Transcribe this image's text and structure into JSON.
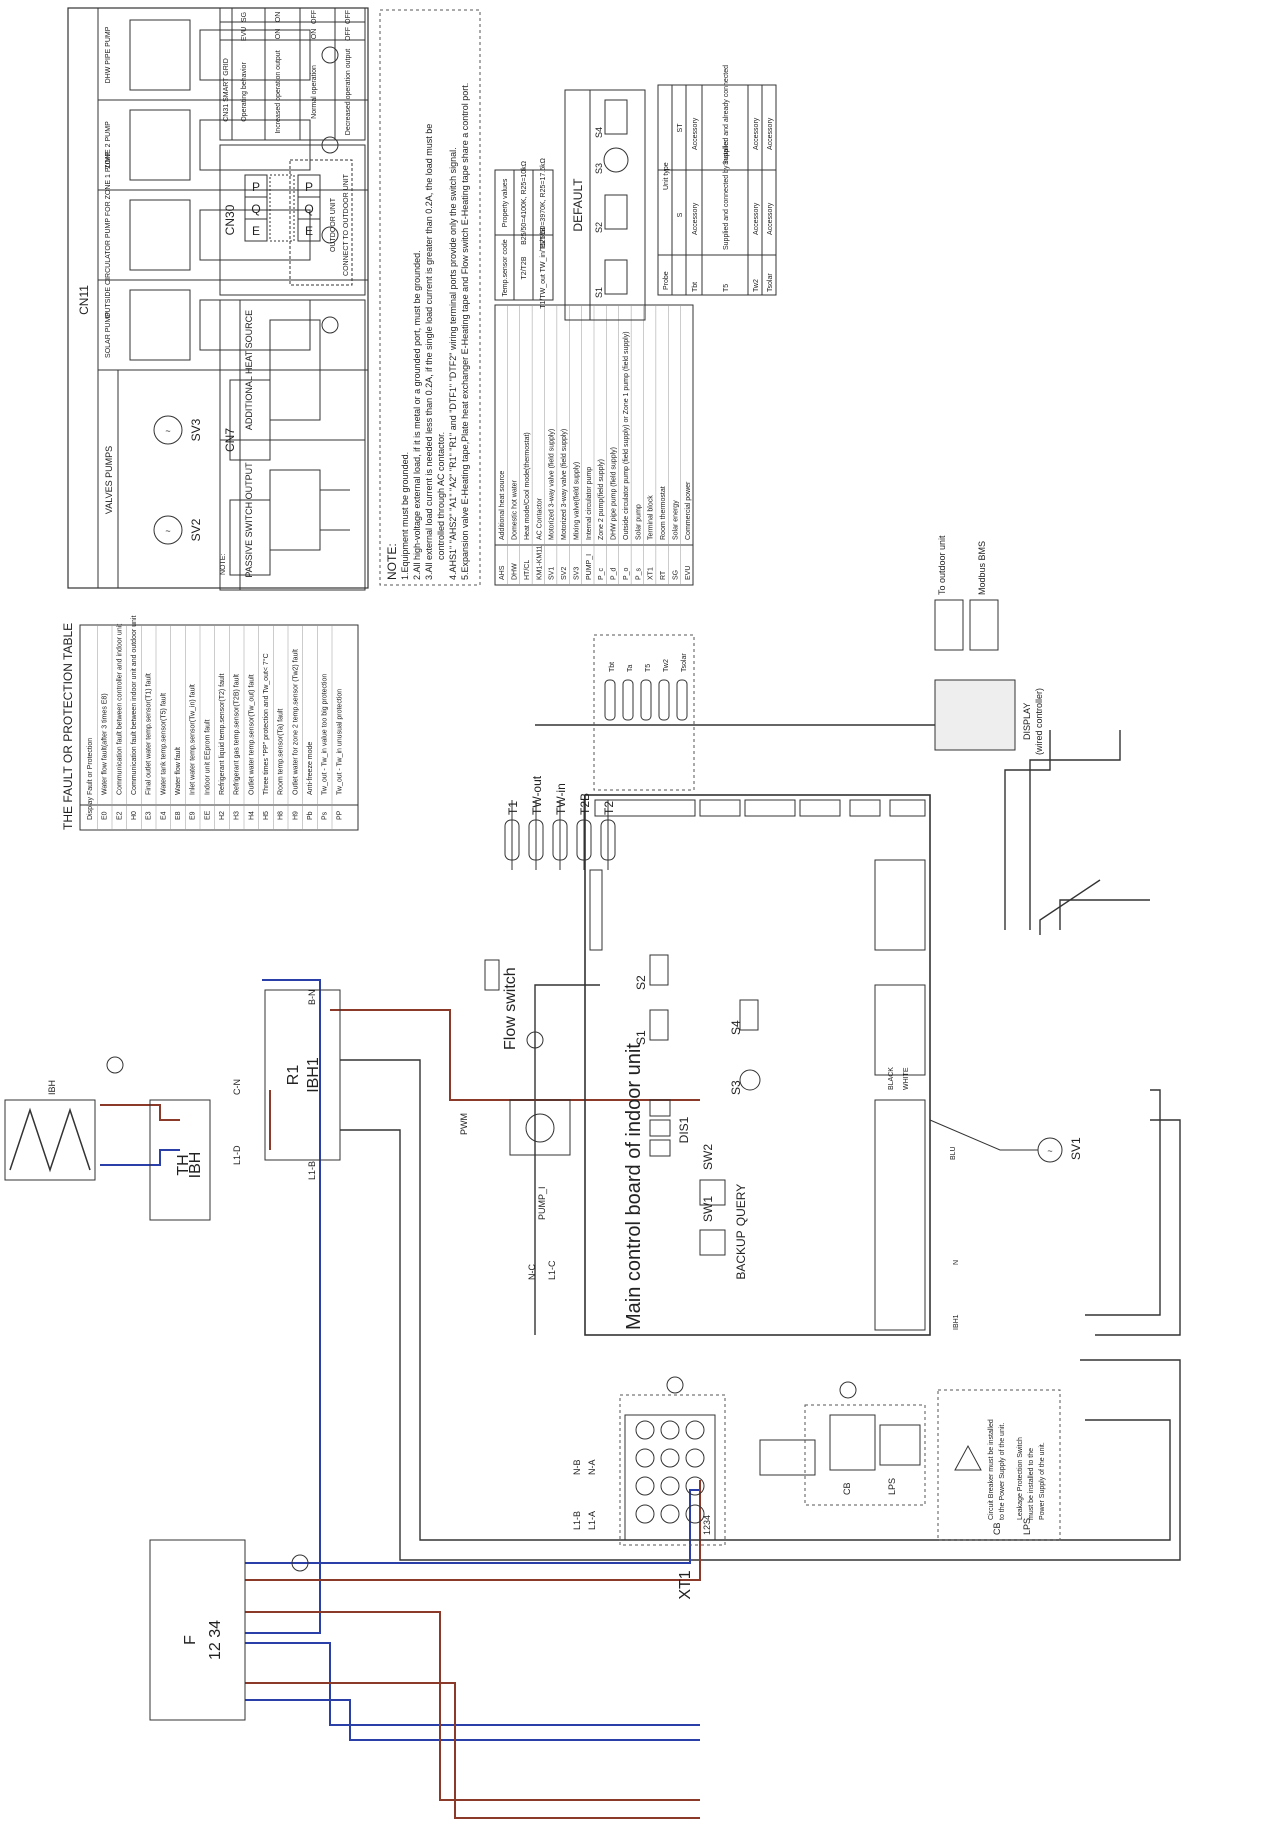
{
  "colors": {
    "live": "#8b3a2a",
    "neutral": "#2a3fa8",
    "line": "#333333",
    "dash": "#555555"
  },
  "main_board": {
    "title": "Main control board of indoor unit",
    "dis1": "DIS1",
    "sw1": "SW1",
    "sw2": "SW2",
    "backup": "BACKUP",
    "query": "QUERY",
    "s1": "S1",
    "s2": "S2",
    "s3": "S3",
    "s4": "S4"
  },
  "sensors": [
    "T1",
    "TW-out",
    "TW-in",
    "T2B",
    "T2"
  ],
  "tank_sensors": [
    "Tbt",
    "Ta",
    "T5",
    "Tw2",
    "Tsolar"
  ],
  "components": {
    "flow_switch": "Flow switch",
    "pump": "PUMP_I",
    "pwm": "PWM",
    "r1": "R1",
    "ibh1": "IBH1",
    "th": "TH",
    "th_ibh": "IBH",
    "ibh_heater": "IBH",
    "f": "F",
    "f_terms": "12 34",
    "xt1": "XT1",
    "xt1_terms": "1234",
    "sv1": "SV1",
    "cb": "CB",
    "lps": "LPS",
    "wire_white": "WHITE",
    "wire_black": "BLACK",
    "wire_blu": "BLU",
    "wire_n": "N",
    "wire_ibh1": "IBH1"
  },
  "wire_labels": {
    "l1b": "L1-B",
    "l1a": "L1-A",
    "nb": "N-B",
    "na": "N-A",
    "l1c": "L1-C",
    "nc": "N-C",
    "l1d": "L1-D",
    "nd": "C-N",
    "lb": "L1-B",
    "bn": "B-N"
  },
  "display": {
    "title": "DISPLAY",
    "subtitle": "(wired controller)"
  },
  "outdoor": {
    "label": "To outdoor unit",
    "modbus": "Modbus BMS"
  },
  "cb_note": {
    "line1": "Circuit Breaker must be installed",
    "line2": "to the Power Supply of the unit.",
    "line3": "Leakage Protection Switch",
    "line4": "must be installed to the",
    "line5": "Power Supply of the unit."
  },
  "fault_table": {
    "title": "THE FAULT OR PROTECTION TABLE",
    "header": [
      "Display",
      "Fault or Protection"
    ],
    "rows": [
      [
        "E0",
        "Water flow fault(after 3 times E8)"
      ],
      [
        "E2",
        "Communication fault between controller and indoor unit"
      ],
      [
        "H0",
        "Communication fault between indoor unit and outdoor unit"
      ],
      [
        "E3",
        "Final outlet water temp.sensor(T1) fault"
      ],
      [
        "E4",
        "Water tank temp.sensor(T5) fault"
      ],
      [
        "E8",
        "Water flow fault"
      ],
      [
        "E9",
        "Inlet water temp.sensor(Tw_in) fault"
      ],
      [
        "EE",
        "Indoor unit EEprom fault"
      ],
      [
        "H2",
        "Refrigerant liquid temp.sensor(T2) fault"
      ],
      [
        "H3",
        "Refrigerant gas temp.sensor(T2B) fault"
      ],
      [
        "H4",
        "Outlet water temp.sensor(Tw_out) fault"
      ],
      [
        "H5",
        "Three times \"PP\" protection and Tw_out< 7°C"
      ],
      [
        "H8",
        "Room temp.sensor(Ta) fault"
      ],
      [
        "H9",
        "Outlet water for zone 2 temp.sensor (Tw2) fault"
      ],
      [
        "Pb",
        "Anti-freeze mode"
      ],
      [
        "Ps",
        "Tw_out - Tw_in value too big protection"
      ],
      [
        "PP",
        "Tw_out - Tw_in unusual protection"
      ]
    ]
  },
  "top_panels": {
    "cn11": "CN11",
    "valves_pumps": "VALVES PUMPS",
    "sv2": "SV2",
    "sv3": "SV3",
    "note": "NOTE:",
    "solar_pump": "SOLAR PUMP",
    "outside_pump": "OUTSIDE CIRCULATOR PUMP FOR ZONE 1 PUMP",
    "zone2_pump": "ZONE 2 PUMP",
    "dhw_pump": "DHW PIPE PUMP",
    "cn7": "CN7",
    "passive": "PASSIVE SWITCH OUTPUT",
    "additional": "ADDITIONAL HEAT SOURCE",
    "cn30": "CN30",
    "pqe1": [
      "P",
      "Q",
      "E"
    ],
    "pqe2": [
      "P",
      "Q",
      "E"
    ],
    "connect_outdoor": "CONNECT TO OUTDOOR UNIT",
    "outdoor_unit": "OUTDOOR UNIT",
    "smart_grid": {
      "title": "CN31 SMART GRID",
      "header": [
        "Operating behavior",
        "EVU",
        "SG"
      ],
      "rows": [
        [
          "Increased operation output",
          "ON",
          "ON"
        ],
        [
          "Normal operation",
          "ON",
          "OFF"
        ],
        [
          "Decreased operation output",
          "OFF",
          "OFF"
        ]
      ]
    }
  },
  "notes": {
    "title": "NOTE:",
    "lines": [
      "1.Equipment must be grounded.",
      "2.All high-voltage external load, if it is metal or a grounded port, must be grounded.",
      "3.All external load current is needed less than 0.2A, if the single load current is greater than 0.2A, the load must be",
      "controlled through AC contactor.",
      "4.AHS1\" \"AHS2\" \"A1\" \"A2\" \"R1\" \"R1\" and \"DTF1\" \"DTF2\" wiring terminal ports provide only the switch signal.",
      "5.Expansion valve E-Heating tape,Plate heat exchanger E-Heating tape and Flow switch E-Heating tape share a control port."
    ]
  },
  "abbrev_table": {
    "rows": [
      [
        "AHS",
        "Additional heat source"
      ],
      [
        "DHW",
        "Domestic hot water"
      ],
      [
        "HT/CL",
        "Heat mode/Cool mode(thermostat)"
      ],
      [
        "KM1-KM11",
        "AC Contactor"
      ],
      [
        "SV1",
        "Motorized 3-way valve (field supply)"
      ],
      [
        "SV2",
        "Motorized 3-way valve (field supply)"
      ],
      [
        "SV3",
        "Mixing valve(field supply)"
      ],
      [
        "PUMP_I",
        "Internal circulator pump"
      ],
      [
        "P_c",
        "Zone 2 pump(field supply)"
      ],
      [
        "P_d",
        "DHW pipe pump (field supply)"
      ],
      [
        "P_o",
        "Outside circulator pump (field supply) or Zone 1 pump (field supply)"
      ],
      [
        "P_s",
        "Solar pump"
      ],
      [
        "XT1",
        "Terminal block"
      ],
      [
        "RT",
        "Room thermostat"
      ],
      [
        "SG",
        "Solar energy"
      ],
      [
        "EVU",
        "Commercial power"
      ]
    ]
  },
  "sensor_table": {
    "header": [
      "Temp.sensor code",
      "Property values"
    ],
    "rows": [
      [
        "T2/T2B",
        "B25/50=4100K, R25=10kΩ"
      ],
      [
        "T1/TW_out TW_in/T5/T1B",
        "B25/50=3970K, R25=17.6kΩ"
      ]
    ]
  },
  "default_panel": {
    "title": "DEFAULT",
    "switches": [
      "S1",
      "S2",
      "S3",
      "S4"
    ]
  },
  "unit_table": {
    "header": [
      "Probe",
      "Unit type"
    ],
    "subheader": [
      "S",
      "ST"
    ],
    "rows": [
      [
        "Tbt",
        "Accessory",
        "Accessory"
      ],
      [
        "T5",
        "Supplied and connected by installer",
        "Supplied and already connected"
      ],
      [
        "Tw2",
        "Accessory",
        "Accessory"
      ],
      [
        "Tsolar",
        "Accessory",
        "Accessory"
      ]
    ]
  }
}
